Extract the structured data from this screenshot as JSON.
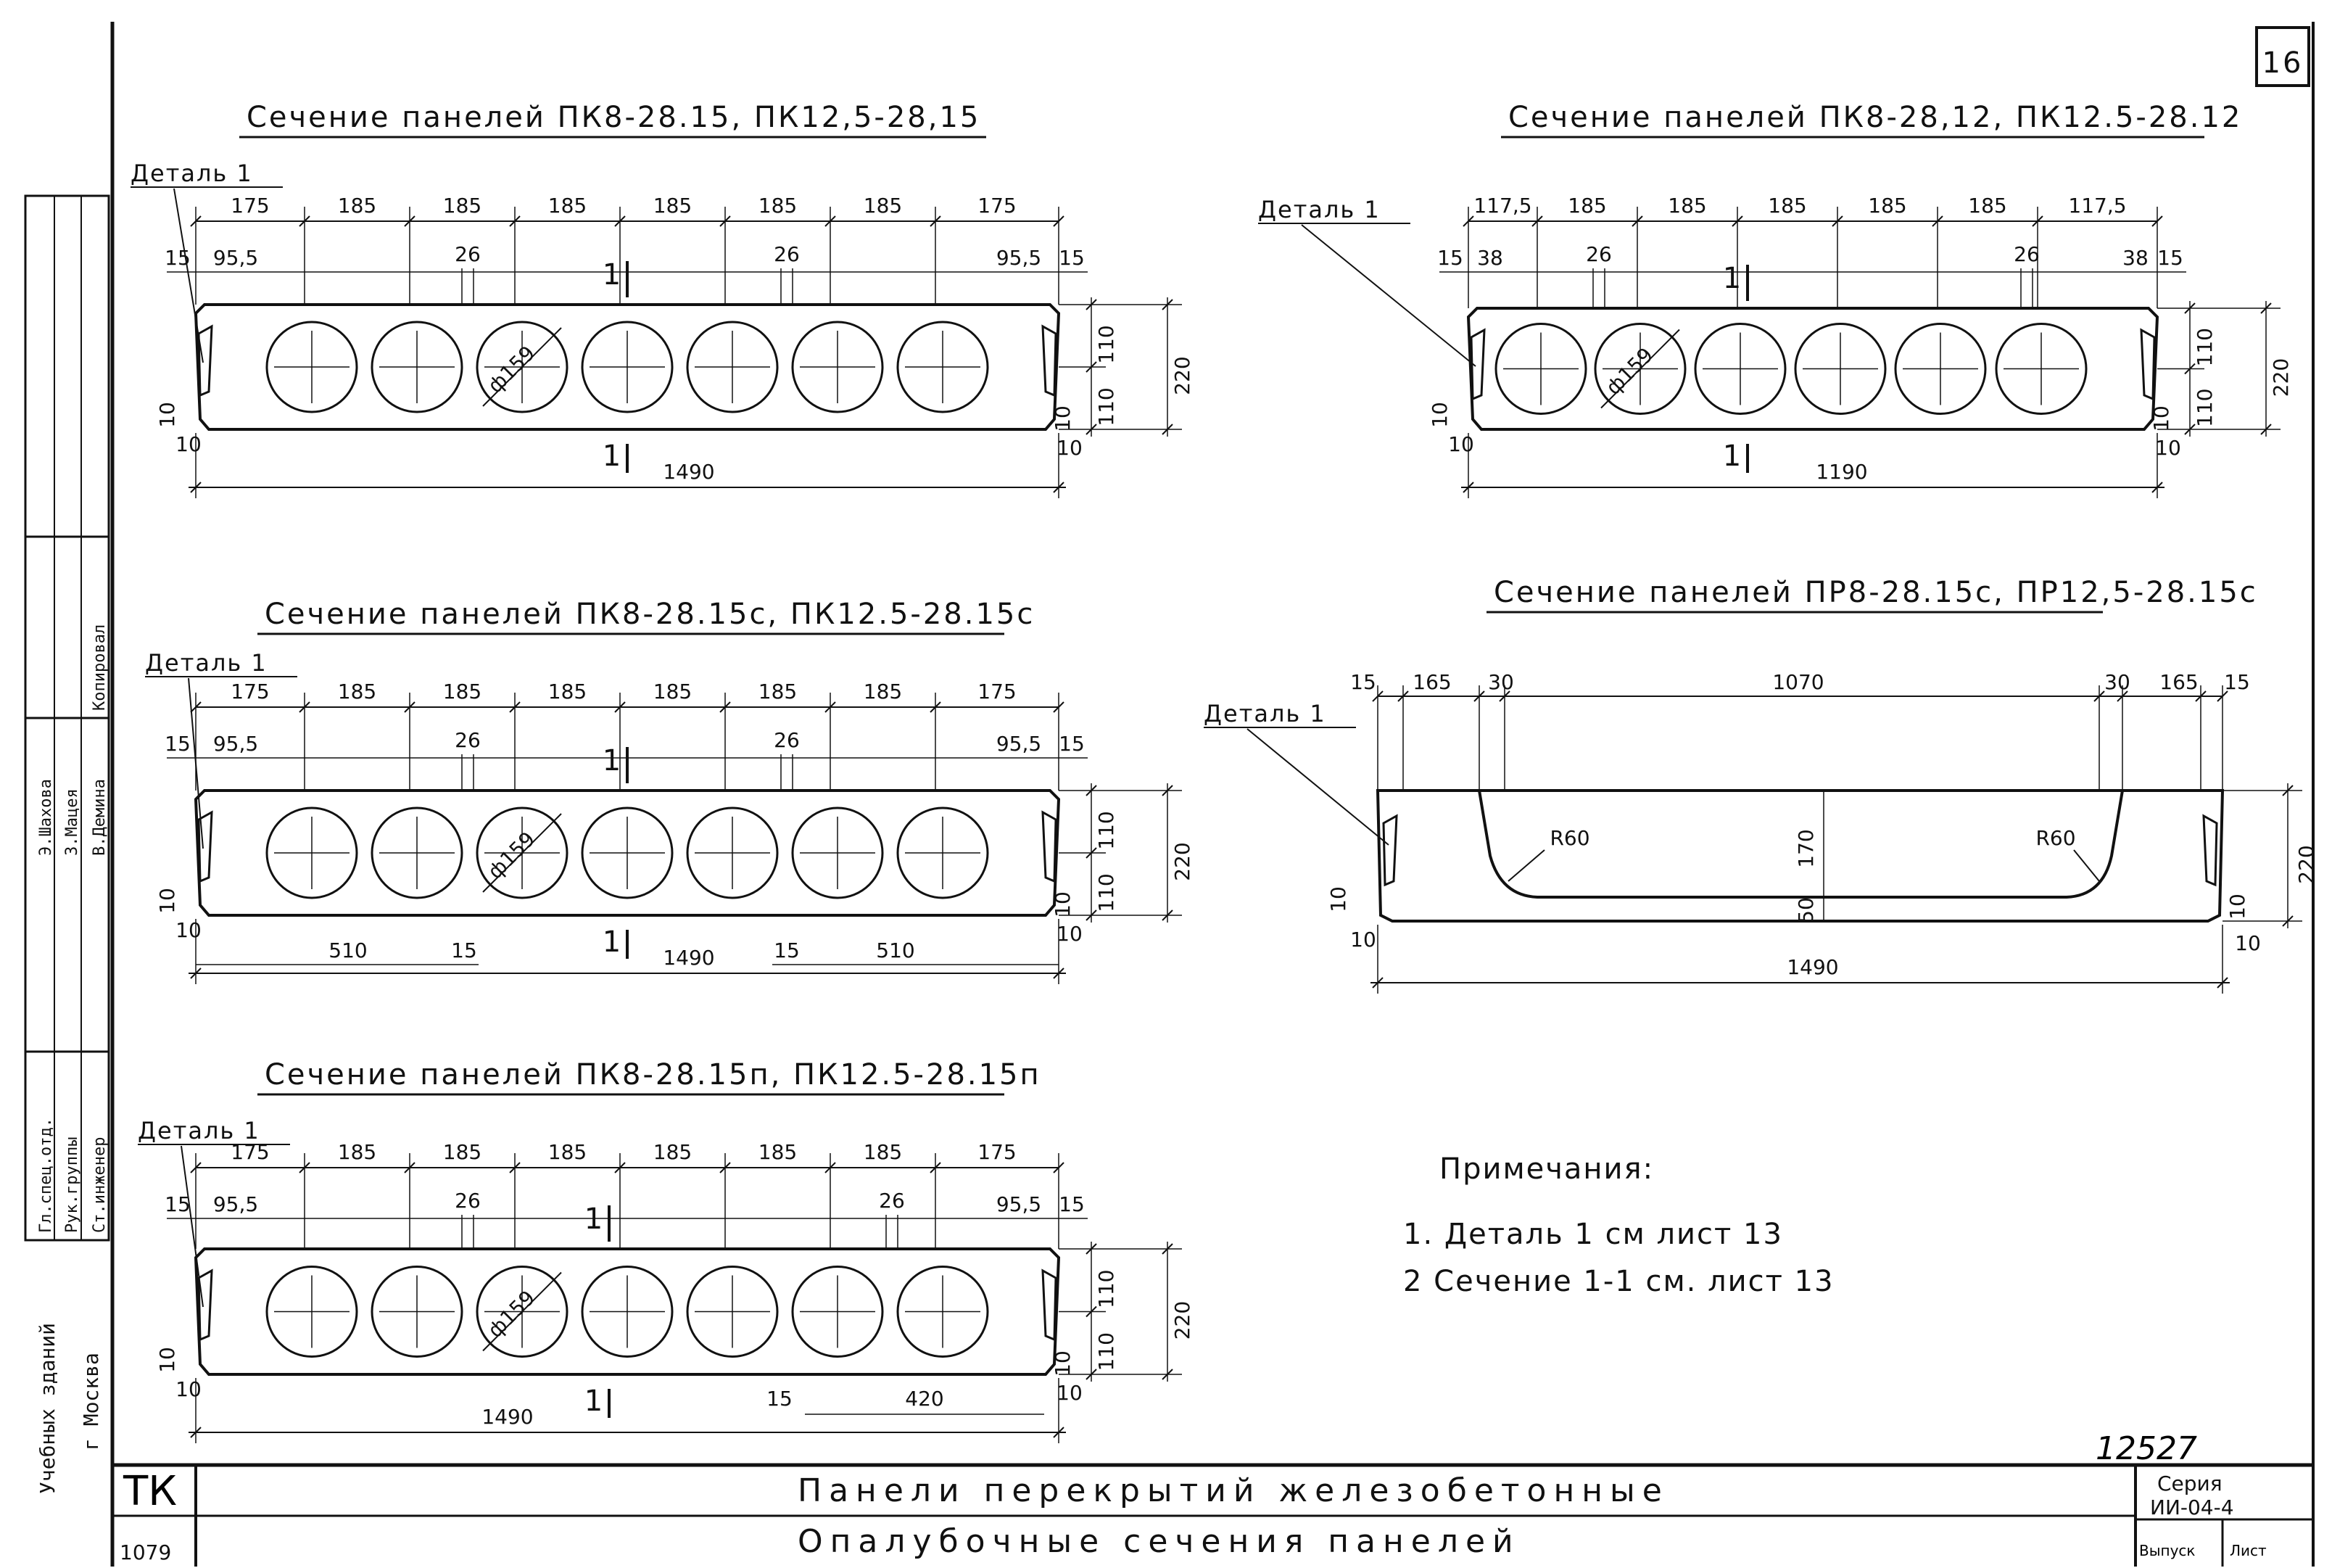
{
  "sheet": {
    "number": "16",
    "left_stamp_big": "ТК",
    "left_stamp_small": "1079",
    "inventory": "12527",
    "title_line1": "Панели перекрытий железобетонные",
    "title_line2": "Опалубочные сечения панелей",
    "series_label": "Серия",
    "series_value": "ИИ-04-4",
    "issue_label": "Выпуск",
    "sheet_label": "Лист"
  },
  "side_stamp": {
    "org_line1": "Учебных зданий",
    "org_line2": "г Москва",
    "roles": [
      "Гл.спец.отд.",
      "Рук.группы",
      "Ст.инженер"
    ],
    "names": [
      "Э.Шахова",
      "З.Мацея",
      "В.Демина"
    ],
    "copy": "Копировал"
  },
  "sections": {
    "s1": {
      "title": "Сечение панелей ПК8-28.15, ПК12,5-28,15",
      "detail": "Деталь 1",
      "top_dims": [
        "175",
        "185",
        "185",
        "185",
        "185",
        "185",
        "185",
        "175"
      ],
      "d15": "15",
      "d955": "95,5",
      "d26": "26",
      "dia": "ф159",
      "d110": "110",
      "d220": "220",
      "d10": "10",
      "cut": "1",
      "width": "1490"
    },
    "s2": {
      "title": "Сечение панелей ПК8-28,12, ПК12.5-28.12",
      "detail": "Деталь 1",
      "top_dims": [
        "117,5",
        "185",
        "185",
        "185",
        "185",
        "185",
        "117,5"
      ],
      "d15": "15",
      "d38": "38",
      "d26": "26",
      "dia": "ф159",
      "d110": "110",
      "d220": "220",
      "d10": "10",
      "cut": "1",
      "width": "1190"
    },
    "s3": {
      "title": "Сечение панелей ПК8-28.15с, ПК12.5-28.15с",
      "detail": "Деталь 1",
      "top_dims": [
        "175",
        "185",
        "185",
        "185",
        "185",
        "185",
        "185",
        "175"
      ],
      "d15": "15",
      "d955": "95,5",
      "d26": "26",
      "dia": "ф159",
      "d110": "110",
      "d220": "220",
      "d10": "10",
      "cut": "1",
      "width": "1490",
      "d510": "510"
    },
    "s4": {
      "title": "Сечение панелей ПР8-28.15с, ПР12,5-28.15с",
      "detail": "Деталь 1",
      "d15": "15",
      "d165": "165",
      "d30": "30",
      "d1070": "1070",
      "r60": "R60",
      "d170": "170",
      "d50": "50",
      "d220": "220",
      "d10": "10",
      "width": "1490"
    },
    "s5": {
      "title": "Сечение панелей ПК8-28.15п, ПК12.5-28.15п",
      "detail": "Деталь 1",
      "top_dims": [
        "175",
        "185",
        "185",
        "185",
        "185",
        "185",
        "185",
        "175"
      ],
      "d15": "15",
      "d955": "95,5",
      "d26": "26",
      "dia": "ф159",
      "d110": "110",
      "d220": "220",
      "d10": "10",
      "cut": "1",
      "width": "1490",
      "d420": "420"
    }
  },
  "notes": {
    "heading": "Примечания:",
    "items": [
      "1. Деталь 1 см лист 13",
      "2 Сечение 1-1 см. лист 13"
    ]
  }
}
